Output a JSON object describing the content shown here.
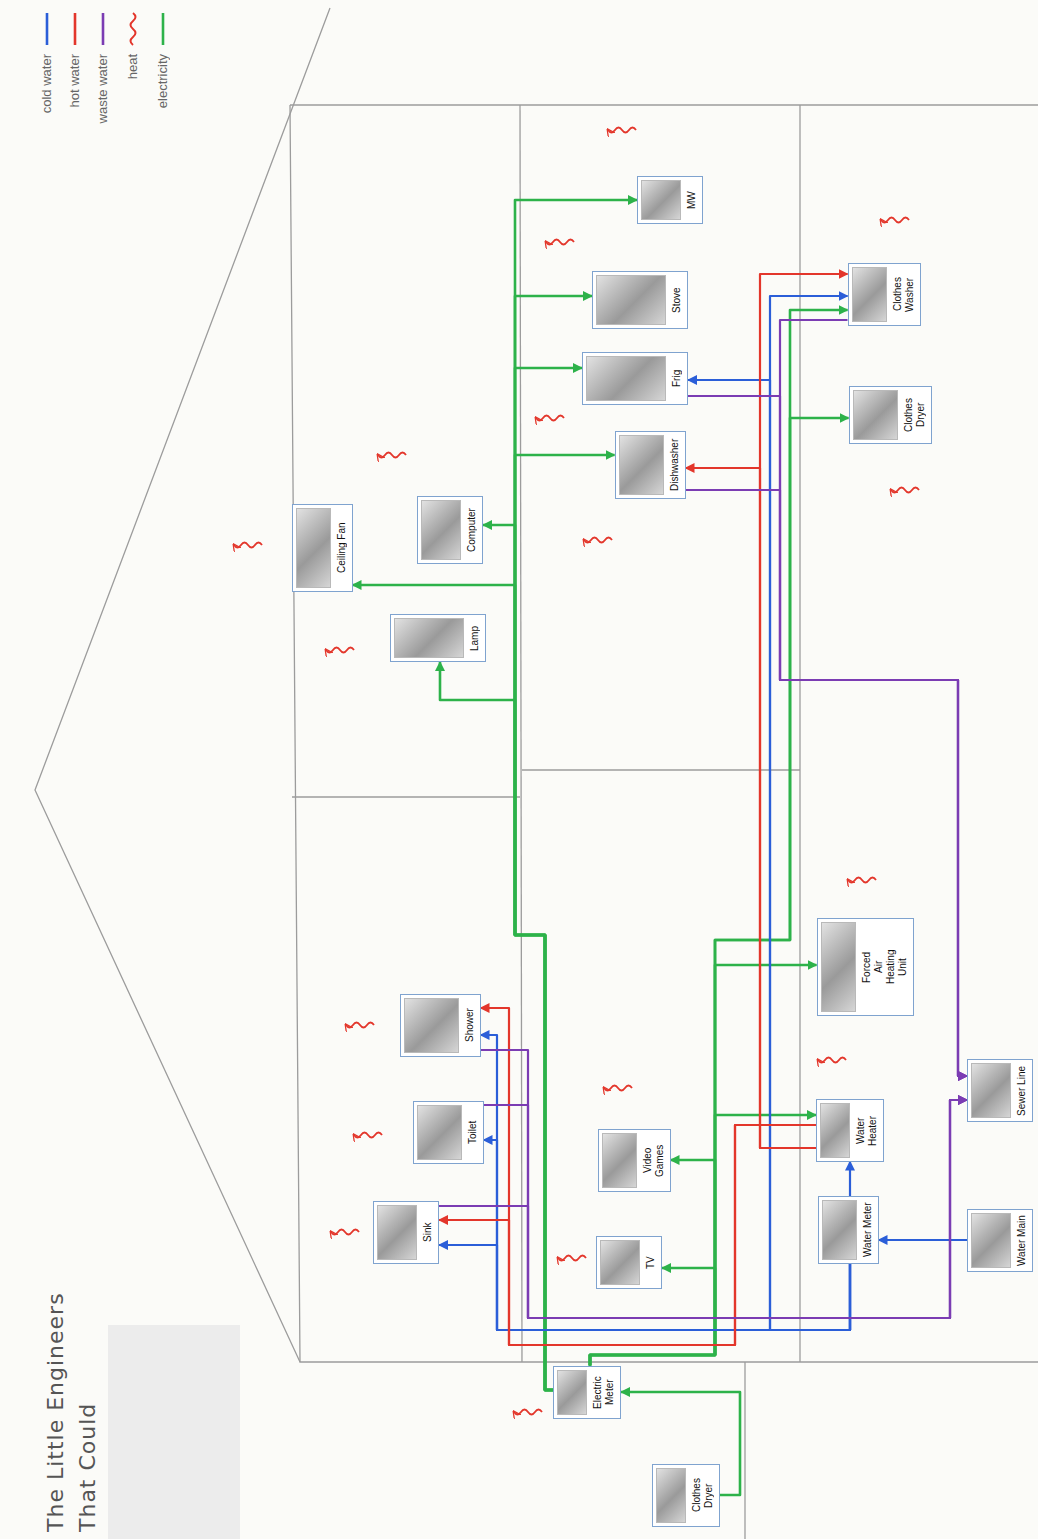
{
  "diagram": {
    "title": "The Little Engineers That Could",
    "nodes": [
      {
        "text": [
          "Ceiling Fan"
        ]
      },
      {
        "text": [
          "Computer"
        ]
      },
      {
        "text": [
          "Lamp"
        ]
      },
      {
        "text": [
          "MW"
        ]
      },
      {
        "text": [
          "Stove"
        ]
      },
      {
        "text": [
          "Frig"
        ]
      },
      {
        "text": [
          "Dishwasher"
        ]
      },
      {
        "text": [
          "Clothes Washer"
        ]
      },
      {
        "text": [
          "Clothes Dryer"
        ]
      },
      {
        "text": [
          "Shower"
        ]
      },
      {
        "text": [
          "Toilet"
        ]
      },
      {
        "text": [
          "Sink"
        ]
      },
      {
        "text": [
          "Video Games"
        ]
      },
      {
        "text": [
          "TV"
        ]
      },
      {
        "text": [
          "Forced Air Heating Unit"
        ]
      },
      {
        "text": [
          "Water Heater"
        ]
      },
      {
        "text": [
          "Water Meter"
        ]
      },
      {
        "text": [
          "Sewer Line"
        ]
      },
      {
        "text": [
          "Water Main"
        ]
      },
      {
        "text": [
          "Electric Meter"
        ]
      },
      {
        "text": [
          "Clothes Dryer"
        ]
      }
    ],
    "edges": [
      {
        "from": 20,
        "to": 19,
        "arrow": "to"
      },
      {
        "from": 19,
        "to": 2,
        "arrow": "to"
      },
      {
        "from": 19,
        "to": 0,
        "arrow": "to"
      },
      {
        "from": 19,
        "to": 1,
        "arrow": "to"
      },
      {
        "from": 19,
        "to": 6,
        "arrow": "to"
      },
      {
        "from": 19,
        "to": 5,
        "arrow": "to"
      },
      {
        "from": 19,
        "to": 4,
        "arrow": "to"
      },
      {
        "from": 19,
        "to": 3,
        "arrow": "to"
      },
      {
        "from": 19,
        "to": 13,
        "arrow": "to"
      },
      {
        "from": 19,
        "to": 12,
        "arrow": "to"
      },
      {
        "from": 19,
        "to": 15,
        "arrow": "to"
      },
      {
        "from": 19,
        "to": 14,
        "arrow": "to"
      },
      {
        "from": 19,
        "to": 8,
        "arrow": "to"
      },
      {
        "from": 19,
        "to": 7,
        "arrow": "to"
      },
      {
        "from": 18,
        "to": 16,
        "arrow": "to"
      },
      {
        "from": 16,
        "to": 15,
        "arrow": "to"
      },
      {
        "from": 16,
        "to": 11,
        "arrow": "to"
      },
      {
        "from": 16,
        "to": 10,
        "arrow": "to"
      },
      {
        "from": 16,
        "to": 9,
        "arrow": "to"
      },
      {
        "from": 16,
        "to": 5,
        "arrow": "to"
      },
      {
        "from": 16,
        "to": 7,
        "arrow": "to"
      },
      {
        "from": 15,
        "to": 11,
        "arrow": "to"
      },
      {
        "from": 15,
        "to": 9,
        "arrow": "to"
      },
      {
        "from": 15,
        "to": 6,
        "arrow": "to"
      },
      {
        "from": 15,
        "to": 7,
        "arrow": "to"
      },
      {
        "from": 11,
        "to": 17,
        "arrow": "to"
      },
      {
        "from": 10,
        "to": 17,
        "arrow": "to"
      },
      {
        "from": 9,
        "to": 17,
        "arrow": "to"
      },
      {
        "from": 5,
        "to": 17,
        "arrow": "to"
      },
      {
        "from": 6,
        "to": 17,
        "arrow": "to"
      },
      {
        "from": 7,
        "to": 17,
        "arrow": "to"
      }
    ],
    "legend": [
      {
        "text": "cold water"
      },
      {
        "text": "hot water"
      },
      {
        "text": "waste water"
      },
      {
        "text": "heat"
      },
      {
        "text": "electricity"
      }
    ]
  }
}
